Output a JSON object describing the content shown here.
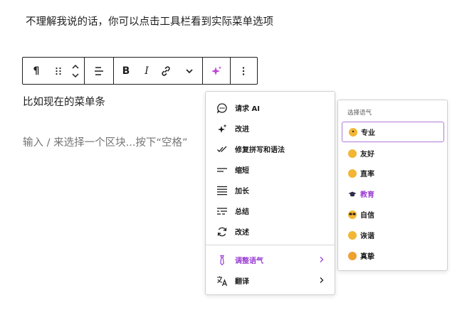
{
  "intro_text": "不理解我说的话，你可以点击工具栏看到实际菜单选项",
  "toolbar": {
    "paragraph_glyph": "¶",
    "bold_label": "B",
    "italic_label": "I"
  },
  "current_block_text": "比如现在的菜单条",
  "placeholder_text": "输入 / 来选择一个区块...按下“空格”",
  "ai_menu": {
    "items": [
      {
        "label": "请求 AI",
        "icon": "chat-bubble-icon"
      },
      {
        "label": "改进",
        "icon": "sparkle-icon"
      },
      {
        "label": "修复拼写和语法",
        "icon": "double-check-icon"
      },
      {
        "label": "缩短",
        "icon": "short-lines-icon"
      },
      {
        "label": "加长",
        "icon": "long-lines-icon"
      },
      {
        "label": "总结",
        "icon": "summary-lines-icon"
      },
      {
        "label": "改述",
        "icon": "rotate-icon"
      }
    ],
    "adjust_tone_label": "调整语气",
    "translate_label": "翻译"
  },
  "tone_menu": {
    "heading": "选择语气",
    "options": [
      {
        "label": "专业",
        "emoji": "🧐",
        "color": "#f2b634"
      },
      {
        "label": "友好",
        "emoji": "😀",
        "color": "#f2b634"
      },
      {
        "label": "直率",
        "emoji": "😐",
        "color": "#f2b634"
      },
      {
        "label": "教育",
        "emoji": "🎓",
        "color": "#2d2d4a"
      },
      {
        "label": "自信",
        "emoji": "😎",
        "color": "#f2b634"
      },
      {
        "label": "诙谐",
        "emoji": "🤣",
        "color": "#f2b634"
      },
      {
        "label": "真挚",
        "emoji": "🤗",
        "color": "#f2b634"
      }
    ]
  },
  "colors": {
    "accent": "#9b3fd3",
    "border": "#1e1e1e"
  }
}
